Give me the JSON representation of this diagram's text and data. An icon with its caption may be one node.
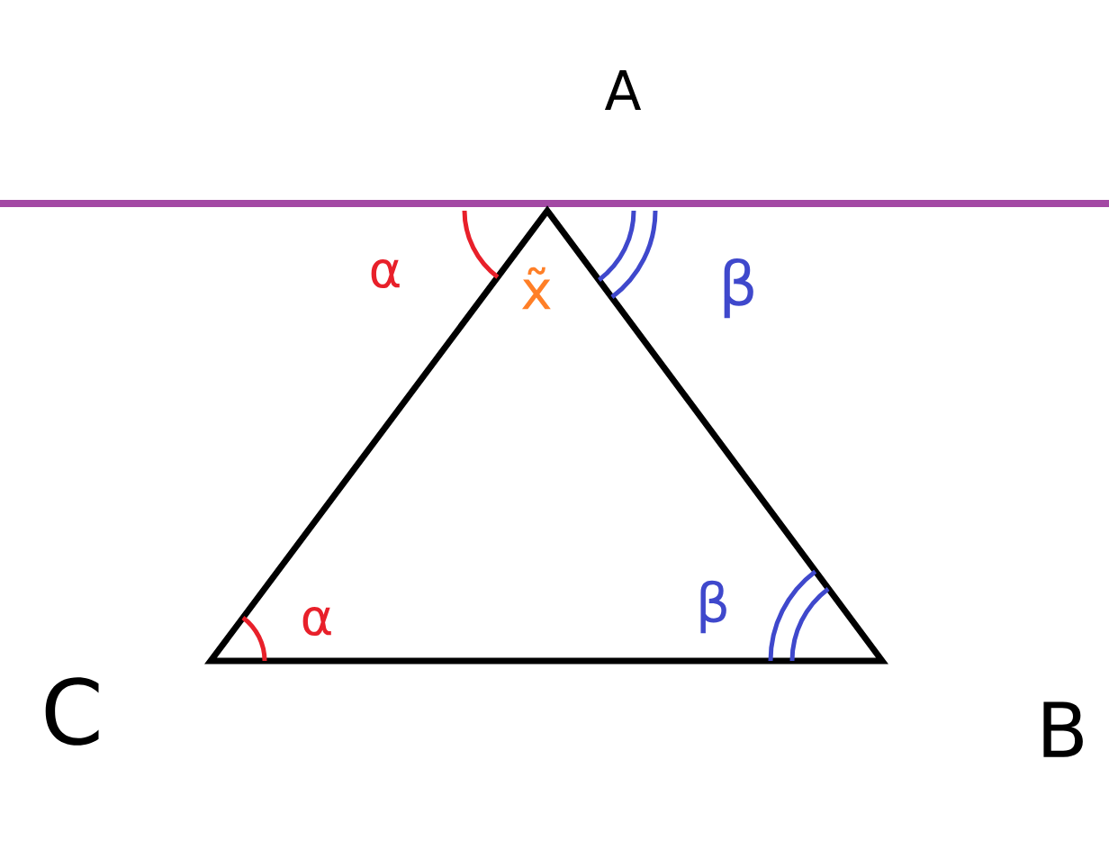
{
  "diagram": {
    "labels": [
      "A",
      "α",
      "x̃",
      "β",
      "α",
      "β",
      "C",
      "B"
    ]
  }
}
